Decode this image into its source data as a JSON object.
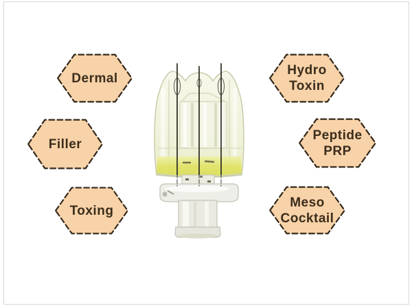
{
  "theme": {
    "page_bg": "#ffffff",
    "frame_border": "#d6d6d6",
    "hex_fill": "#f8d2a8",
    "hex_border": "#33281a",
    "hex_text": "#3a2d1c",
    "liquid_yellow": "#e0e262",
    "plastic_tint_light": "#f7f7ea",
    "plastic_tint_dark": "#eaedcc",
    "needle_color": "#2e2e22"
  },
  "hexagons": {
    "items": [
      {
        "id": "dermal",
        "label": "Dermal",
        "lines": [
          "Dermal"
        ]
      },
      {
        "id": "filler",
        "label": "Filler",
        "lines": [
          "Filler"
        ]
      },
      {
        "id": "toxing",
        "label": "Toxing",
        "lines": [
          "Toxing"
        ]
      },
      {
        "id": "hydro-toxin",
        "label": "Hydro Toxin",
        "lines": [
          "Hydro",
          "Toxin"
        ]
      },
      {
        "id": "peptide-prp",
        "label": "Peptide PRP",
        "lines": [
          "Peptide",
          "PRP"
        ]
      },
      {
        "id": "meso-cocktail",
        "label": "Meso Cocktail",
        "lines": [
          "Meso",
          "Cocktail"
        ]
      }
    ]
  },
  "device": {
    "name": "crystal-multi-needle-injector",
    "description": "transparent multi-needle injector head with yellow liquid and luer-lock base"
  }
}
